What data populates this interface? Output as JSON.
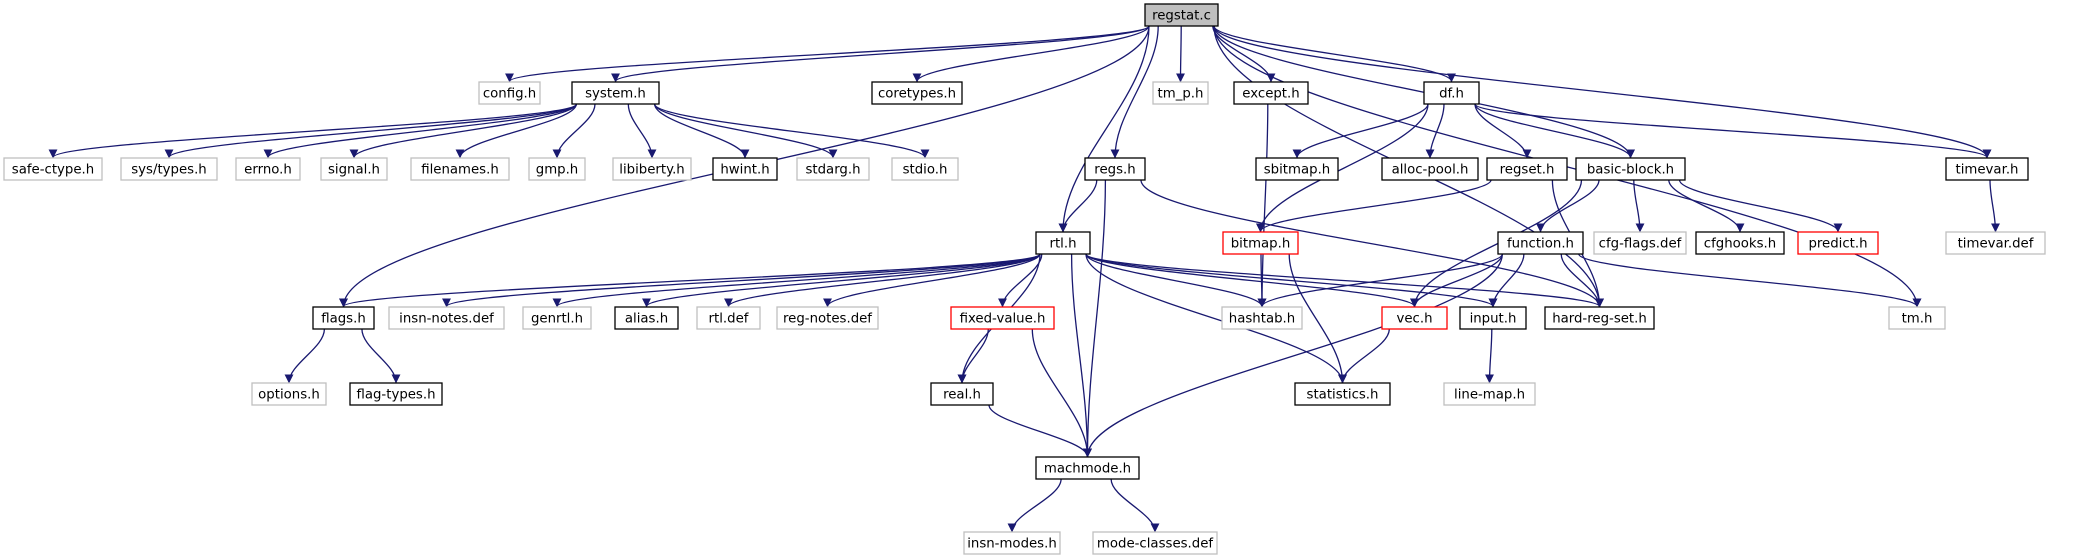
{
  "colors": {
    "edge": "#191970",
    "border_documented": "#000000",
    "border_undocumented": "#bfbfbf",
    "border_truncated": "#ff0000",
    "root_fill": "#bfbfbf",
    "node_fill": "#ffffff"
  },
  "nodes": [
    {
      "id": "n0",
      "label": "regstat.c",
      "style": "root"
    },
    {
      "id": "n1",
      "label": "config.h",
      "style": "undocumented"
    },
    {
      "id": "n2",
      "label": "system.h",
      "style": "documented"
    },
    {
      "id": "n3",
      "label": "coretypes.h",
      "style": "documented"
    },
    {
      "id": "n4",
      "label": "tm_p.h",
      "style": "undocumented"
    },
    {
      "id": "n5",
      "label": "except.h",
      "style": "documented"
    },
    {
      "id": "n6",
      "label": "df.h",
      "style": "documented"
    },
    {
      "id": "n7",
      "label": "safe-ctype.h",
      "style": "undocumented"
    },
    {
      "id": "n8",
      "label": "sys/types.h",
      "style": "undocumented"
    },
    {
      "id": "n9",
      "label": "errno.h",
      "style": "undocumented"
    },
    {
      "id": "n10",
      "label": "signal.h",
      "style": "undocumented"
    },
    {
      "id": "n11",
      "label": "filenames.h",
      "style": "undocumented"
    },
    {
      "id": "n12",
      "label": "gmp.h",
      "style": "undocumented"
    },
    {
      "id": "n13",
      "label": "libiberty.h",
      "style": "undocumented"
    },
    {
      "id": "n14",
      "label": "hwint.h",
      "style": "documented"
    },
    {
      "id": "n15",
      "label": "stdarg.h",
      "style": "undocumented"
    },
    {
      "id": "n16",
      "label": "stdio.h",
      "style": "undocumented"
    },
    {
      "id": "n17",
      "label": "sbitmap.h",
      "style": "documented"
    },
    {
      "id": "n18",
      "label": "alloc-pool.h",
      "style": "documented"
    },
    {
      "id": "n19",
      "label": "regset.h",
      "style": "documented"
    },
    {
      "id": "n20",
      "label": "basic-block.h",
      "style": "documented"
    },
    {
      "id": "n21",
      "label": "timevar.h",
      "style": "documented"
    },
    {
      "id": "n22",
      "label": "regs.h",
      "style": "documented"
    },
    {
      "id": "n23",
      "label": "rtl.h",
      "style": "documented"
    },
    {
      "id": "n24",
      "label": "bitmap.h",
      "style": "truncated"
    },
    {
      "id": "n25",
      "label": "function.h",
      "style": "documented"
    },
    {
      "id": "n26",
      "label": "cfg-flags.def",
      "style": "undocumented"
    },
    {
      "id": "n27",
      "label": "cfghooks.h",
      "style": "documented"
    },
    {
      "id": "n28",
      "label": "predict.h",
      "style": "truncated"
    },
    {
      "id": "n29",
      "label": "timevar.def",
      "style": "undocumented"
    },
    {
      "id": "n30",
      "label": "flags.h",
      "style": "documented"
    },
    {
      "id": "n31",
      "label": "insn-notes.def",
      "style": "undocumented"
    },
    {
      "id": "n32",
      "label": "genrtl.h",
      "style": "undocumented"
    },
    {
      "id": "n33",
      "label": "alias.h",
      "style": "documented"
    },
    {
      "id": "n34",
      "label": "rtl.def",
      "style": "undocumented"
    },
    {
      "id": "n35",
      "label": "reg-notes.def",
      "style": "undocumented"
    },
    {
      "id": "n36",
      "label": "fixed-value.h",
      "style": "truncated"
    },
    {
      "id": "n37",
      "label": "hashtab.h",
      "style": "undocumented"
    },
    {
      "id": "n38",
      "label": "vec.h",
      "style": "truncated"
    },
    {
      "id": "n39",
      "label": "input.h",
      "style": "documented"
    },
    {
      "id": "n40",
      "label": "hard-reg-set.h",
      "style": "documented"
    },
    {
      "id": "n41",
      "label": "tm.h",
      "style": "undocumented"
    },
    {
      "id": "n42",
      "label": "options.h",
      "style": "undocumented"
    },
    {
      "id": "n43",
      "label": "flag-types.h",
      "style": "documented"
    },
    {
      "id": "n44",
      "label": "real.h",
      "style": "documented"
    },
    {
      "id": "n45",
      "label": "statistics.h",
      "style": "documented"
    },
    {
      "id": "n46",
      "label": "line-map.h",
      "style": "undocumented"
    },
    {
      "id": "n47",
      "label": "machmode.h",
      "style": "documented"
    },
    {
      "id": "n48",
      "label": "insn-modes.h",
      "style": "undocumented"
    },
    {
      "id": "n49",
      "label": "mode-classes.def",
      "style": "undocumented"
    }
  ],
  "edges": [
    {
      "from": "regstat.c",
      "to": "config.h"
    },
    {
      "from": "regstat.c",
      "to": "system.h"
    },
    {
      "from": "regstat.c",
      "to": "coretypes.h"
    },
    {
      "from": "regstat.c",
      "to": "tm_p.h"
    },
    {
      "from": "regstat.c",
      "to": "except.h"
    },
    {
      "from": "regstat.c",
      "to": "df.h"
    },
    {
      "from": "regstat.c",
      "to": "basic-block.h"
    },
    {
      "from": "regstat.c",
      "to": "timevar.h"
    },
    {
      "from": "regstat.c",
      "to": "tm.h"
    },
    {
      "from": "regstat.c",
      "to": "hard-reg-set.h"
    },
    {
      "from": "regstat.c",
      "to": "regs.h"
    },
    {
      "from": "regstat.c",
      "to": "rtl.h"
    },
    {
      "from": "regstat.c",
      "to": "flags.h"
    },
    {
      "from": "system.h",
      "to": "safe-ctype.h"
    },
    {
      "from": "system.h",
      "to": "sys/types.h"
    },
    {
      "from": "system.h",
      "to": "errno.h"
    },
    {
      "from": "system.h",
      "to": "signal.h"
    },
    {
      "from": "system.h",
      "to": "filenames.h"
    },
    {
      "from": "system.h",
      "to": "gmp.h"
    },
    {
      "from": "system.h",
      "to": "libiberty.h"
    },
    {
      "from": "system.h",
      "to": "hwint.h"
    },
    {
      "from": "system.h",
      "to": "stdarg.h"
    },
    {
      "from": "system.h",
      "to": "stdio.h"
    },
    {
      "from": "except.h",
      "to": "hashtab.h"
    },
    {
      "from": "df.h",
      "to": "sbitmap.h"
    },
    {
      "from": "df.h",
      "to": "alloc-pool.h"
    },
    {
      "from": "df.h",
      "to": "regset.h"
    },
    {
      "from": "df.h",
      "to": "basic-block.h"
    },
    {
      "from": "df.h",
      "to": "timevar.h"
    },
    {
      "from": "df.h",
      "to": "bitmap.h"
    },
    {
      "from": "regset.h",
      "to": "bitmap.h"
    },
    {
      "from": "regset.h",
      "to": "hard-reg-set.h"
    },
    {
      "from": "basic-block.h",
      "to": "function.h"
    },
    {
      "from": "basic-block.h",
      "to": "cfg-flags.def"
    },
    {
      "from": "basic-block.h",
      "to": "cfghooks.h"
    },
    {
      "from": "basic-block.h",
      "to": "predict.h"
    },
    {
      "from": "basic-block.h",
      "to": "vec.h"
    },
    {
      "from": "timevar.h",
      "to": "timevar.def"
    },
    {
      "from": "regs.h",
      "to": "rtl.h"
    },
    {
      "from": "regs.h",
      "to": "hard-reg-set.h"
    },
    {
      "from": "regs.h",
      "to": "machmode.h"
    },
    {
      "from": "rtl.h",
      "to": "flags.h"
    },
    {
      "from": "rtl.h",
      "to": "insn-notes.def"
    },
    {
      "from": "rtl.h",
      "to": "genrtl.h"
    },
    {
      "from": "rtl.h",
      "to": "alias.h"
    },
    {
      "from": "rtl.h",
      "to": "rtl.def"
    },
    {
      "from": "rtl.h",
      "to": "reg-notes.def"
    },
    {
      "from": "rtl.h",
      "to": "fixed-value.h"
    },
    {
      "from": "rtl.h",
      "to": "real.h"
    },
    {
      "from": "rtl.h",
      "to": "machmode.h"
    },
    {
      "from": "rtl.h",
      "to": "hashtab.h"
    },
    {
      "from": "rtl.h",
      "to": "vec.h"
    },
    {
      "from": "rtl.h",
      "to": "input.h"
    },
    {
      "from": "rtl.h",
      "to": "statistics.h"
    },
    {
      "from": "rtl.h",
      "to": "hard-reg-set.h"
    },
    {
      "from": "bitmap.h",
      "to": "hashtab.h"
    },
    {
      "from": "bitmap.h",
      "to": "statistics.h"
    },
    {
      "from": "function.h",
      "to": "hashtab.h"
    },
    {
      "from": "function.h",
      "to": "vec.h"
    },
    {
      "from": "function.h",
      "to": "input.h"
    },
    {
      "from": "function.h",
      "to": "hard-reg-set.h"
    },
    {
      "from": "function.h",
      "to": "tm.h"
    },
    {
      "from": "function.h",
      "to": "machmode.h"
    },
    {
      "from": "flags.h",
      "to": "options.h"
    },
    {
      "from": "flags.h",
      "to": "flag-types.h"
    },
    {
      "from": "fixed-value.h",
      "to": "real.h"
    },
    {
      "from": "fixed-value.h",
      "to": "machmode.h"
    },
    {
      "from": "real.h",
      "to": "machmode.h"
    },
    {
      "from": "vec.h",
      "to": "statistics.h"
    },
    {
      "from": "input.h",
      "to": "line-map.h"
    },
    {
      "from": "machmode.h",
      "to": "insn-modes.h"
    },
    {
      "from": "machmode.h",
      "to": "mode-classes.def"
    }
  ]
}
